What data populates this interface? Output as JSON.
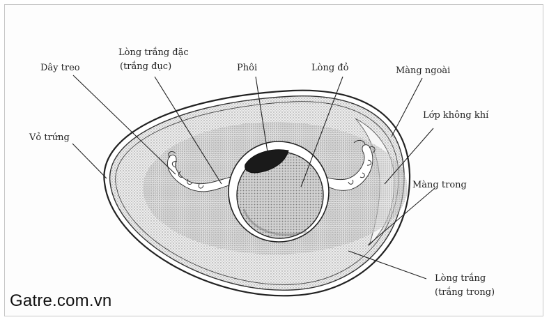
{
  "labels": {
    "day_treo": "Dây treo",
    "long_trang_dac_1": "Lòng trắng đặc",
    "long_trang_dac_2": "(trắng đục)",
    "phoi": "Phôi",
    "long_do": "Lòng đỏ",
    "mang_ngoai": "Màng ngoài",
    "lop_khong_khi": "Lớp không khí",
    "vo_trung": "Vỏ trứng",
    "mang_trong": "Màng trong",
    "long_trang_1": "Lòng trắng",
    "long_trang_2": "(trắng trong)"
  },
  "watermark": "Gatre.com.vn"
}
